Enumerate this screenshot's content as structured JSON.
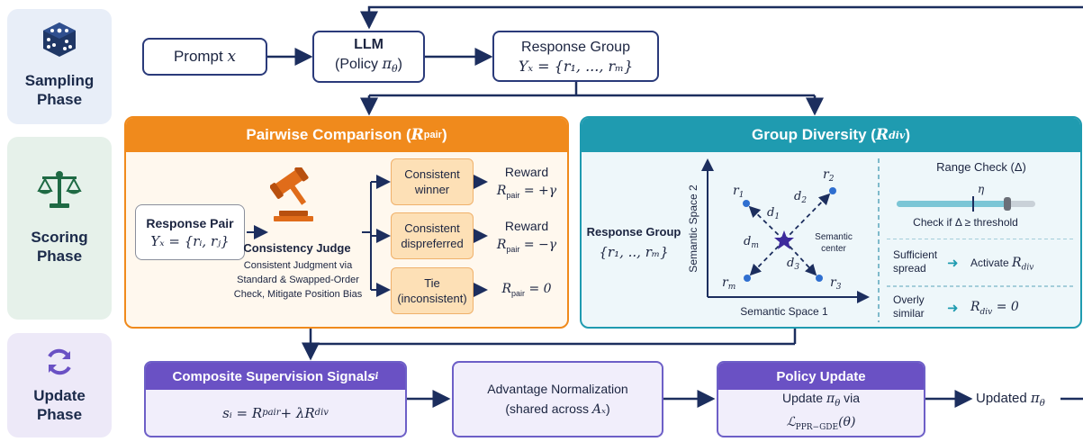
{
  "phases": {
    "sampling": {
      "label_line1": "Sampling",
      "label_line2": "Phase",
      "icon": "dice-icon"
    },
    "scoring": {
      "label_line1": "Scoring",
      "label_line2": "Phase",
      "icon": "scales-icon"
    },
    "update": {
      "label_line1": "Update",
      "label_line2": "Phase",
      "icon": "refresh-icon"
    }
  },
  "sampling": {
    "prompt": {
      "text": "Prompt",
      "math": "x"
    },
    "llm": {
      "title": "LLM",
      "sub": "(Policy ",
      "math": "π",
      "sub_index": "θ",
      "close": ")"
    },
    "response_group": {
      "title": "Response Group",
      "math": "Yₓ = {r₁, ..., rₘ}"
    }
  },
  "pairwise": {
    "title": "Pairwise Comparison (",
    "title_math": "R",
    "title_sub": "pair",
    "title_close": ")",
    "response_pair": {
      "title": "Response Pair",
      "math": "Yₓ = {rᵢ, rⱼ}"
    },
    "judge": {
      "title": "Consistency Judge",
      "desc_line1": "Consistent Judgment via",
      "desc_line2": "Standard & Swapped-Order",
      "desc_line3": "Check, Mitigate Position Bias",
      "icon": "gavel-icon"
    },
    "outcomes": [
      {
        "line1": "Consistent",
        "line2": "winner",
        "reward_label": "Reward",
        "reward_math": "R",
        "reward_sub": "pair",
        "reward_value": " = +γ"
      },
      {
        "line1": "Consistent",
        "line2": "dispreferred",
        "reward_label": "Reward",
        "reward_math": "R",
        "reward_sub": "pair",
        "reward_value": " = −γ"
      },
      {
        "line1": "Tie",
        "line2": "(inconsistent)",
        "reward_label": "",
        "reward_math": "R",
        "reward_sub": "pair",
        "reward_value": " = 0"
      }
    ]
  },
  "diversity": {
    "title": "Group Diversity (",
    "title_math": "R",
    "title_sub": "div",
    "title_close": ")",
    "response_group": {
      "title": "Response Group",
      "math": "{r₁, .., rₘ}"
    },
    "plot": {
      "ylabel": "Semantic Space 2",
      "xlabel": "Semantic Space 1",
      "center_label_line1": "Semantic",
      "center_label_line2": "center",
      "points": [
        {
          "label": "r",
          "sub": "1"
        },
        {
          "label": "r",
          "sub": "2"
        },
        {
          "label": "r",
          "sub": "m"
        },
        {
          "label": "r",
          "sub": "3"
        }
      ],
      "distances": [
        {
          "label": "d",
          "sub": "1"
        },
        {
          "label": "d",
          "sub": "2"
        },
        {
          "label": "d",
          "sub": "m"
        },
        {
          "label": "d",
          "sub": "3"
        }
      ]
    },
    "range_check": {
      "title": "Range Check (Δ)",
      "eta": "η",
      "slider_value": 0.8,
      "check_text": "Check if Δ ≥ threshold",
      "sufficient_line1": "Sufficient",
      "sufficient_line2": "spread",
      "sufficient_result": "Activate ",
      "sufficient_math": "R",
      "sufficient_sub": "div",
      "overly_line1": "Overly",
      "overly_line2": "similar",
      "overly_math": "R",
      "overly_sub": "div",
      "overly_value": " = 0"
    }
  },
  "update": {
    "composite": {
      "title": "Composite Supervision Signal ",
      "title_math": "s",
      "title_sub": "i",
      "formula": "sᵢ = R",
      "formula_sub": "pair",
      "formula_rest": " + λR",
      "formula_sub2": "div"
    },
    "advantage": {
      "line1": "Advantage Normalization",
      "line2": "(shared across ",
      "line2_math": "Aₓ",
      "line2_close": ")"
    },
    "policy": {
      "title": "Policy Update",
      "line1": "Update ",
      "line1_math": "π",
      "line1_sub": "θ",
      "line1_rest": " via",
      "line2_math": "ℒ",
      "line2_sub": "PPR−GDE",
      "line2_rest": "(θ)"
    },
    "output": {
      "text": "Updated ",
      "math": "π",
      "sub": "θ"
    }
  },
  "colors": {
    "orange": "#f08a1c",
    "teal": "#1f9bb0",
    "purple": "#6a51c4",
    "navy": "#1c2e5e"
  }
}
